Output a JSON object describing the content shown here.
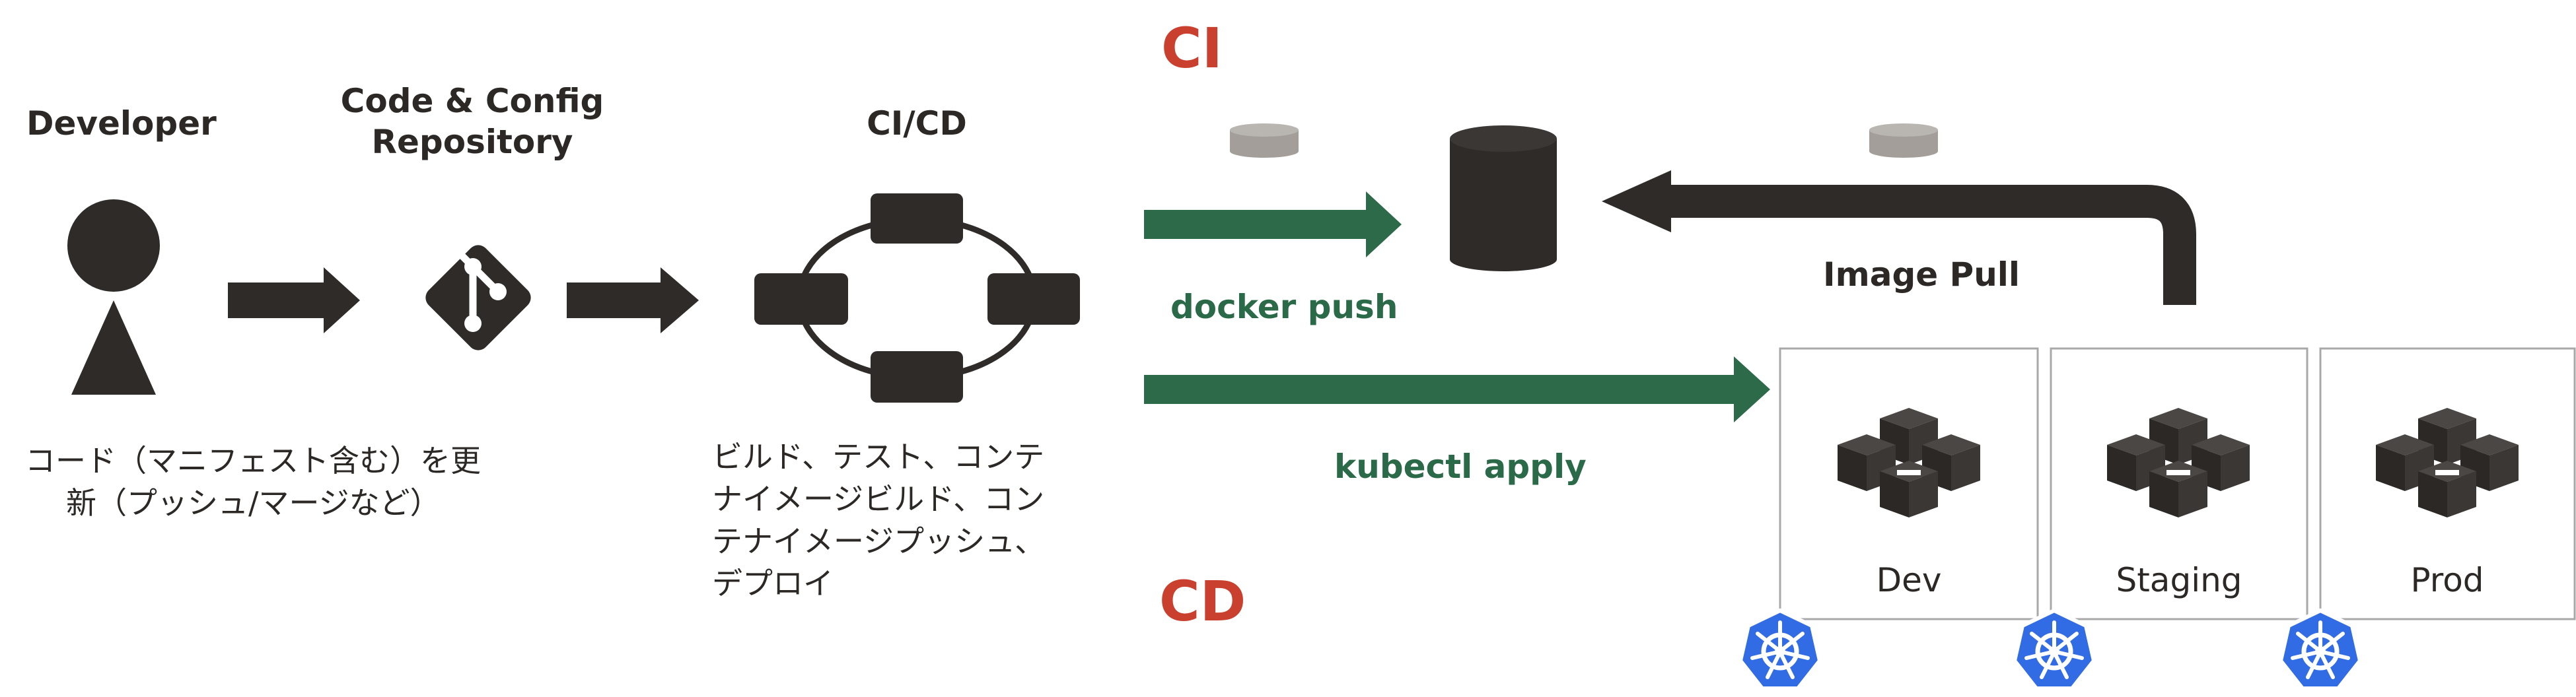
{
  "labels": {
    "developer": "Developer",
    "repo_line1": "Code & Config",
    "repo_line2": "Repository",
    "cicd": "CI/CD",
    "ci": "CI",
    "cd": "CD",
    "docker_push": "docker push",
    "kubectl_apply": "kubectl apply",
    "image_pull": "Image Pull"
  },
  "notes": {
    "developer_line1": "コード（マニフェスト含む）を更",
    "developer_line2": "新（プッシュ/マージなど）",
    "cicd_line1": "ビルド、テスト、コンテ",
    "cicd_line2": "ナイメージビルド、コン",
    "cicd_line3": "テナイメージプッシュ、",
    "cicd_line4": "デプロイ"
  },
  "environments": [
    "Dev",
    "Staging",
    "Prod"
  ],
  "colors": {
    "dark": "#2e2b29",
    "green_arrow": "#2d6a49",
    "red_text": "#c9402f",
    "kubernetes_blue": "#326ce5",
    "cylinder_grey": "#a39e99"
  },
  "icons": {
    "developer": "person-icon",
    "repository": "git-icon",
    "cicd": "pipeline-loop-icon",
    "registry": "database-cylinder-icon",
    "cluster": "cubes-icon",
    "kubernetes": "kubernetes-helm-icon"
  }
}
